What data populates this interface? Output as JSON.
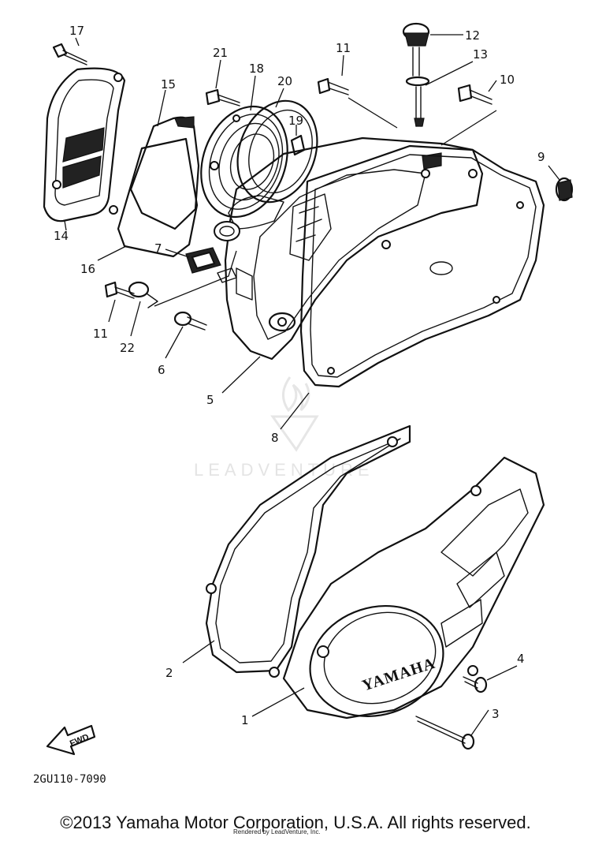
{
  "diagram": {
    "drawing_code": "2GU110-7090",
    "fwd_label": "FWD",
    "cover_brand": "YAMAHA",
    "watermark": "LEADVENTURE",
    "callouts": [
      "1",
      "2",
      "3",
      "4",
      "5",
      "6",
      "7",
      "8",
      "9",
      "10",
      "11",
      "11",
      "12",
      "13",
      "14",
      "15",
      "16",
      "17",
      "18",
      "19",
      "20",
      "21",
      "22"
    ]
  },
  "footer": {
    "copyright": "©2013 Yamaha Motor Corporation, U.S.A. All rights reserved.",
    "rendered_by": "Rendered by LeadVenture, Inc."
  }
}
